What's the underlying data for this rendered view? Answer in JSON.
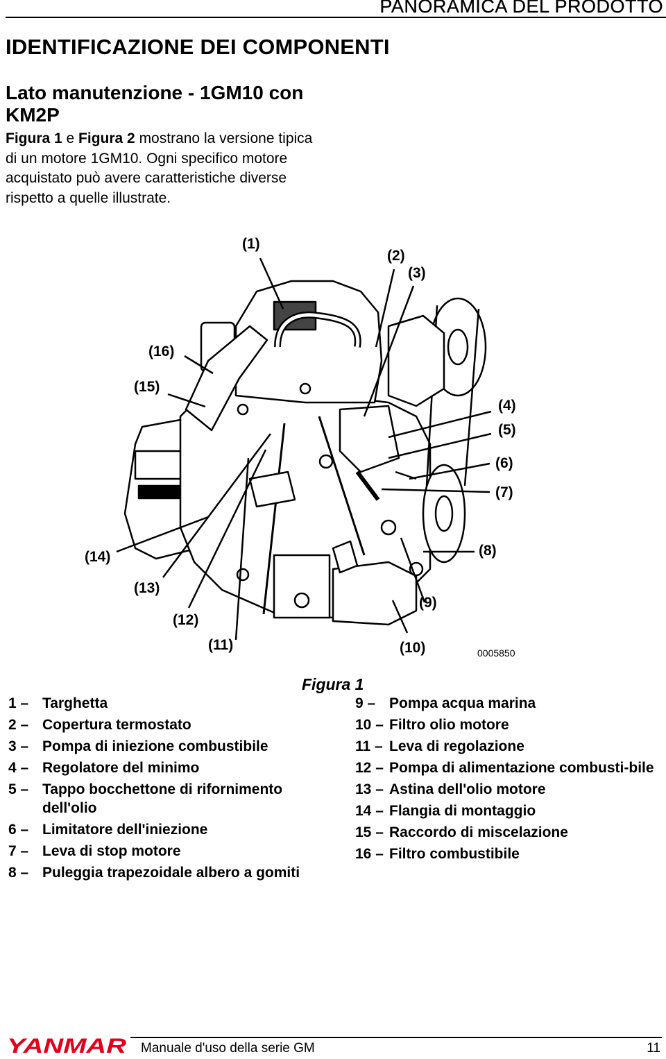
{
  "header": {
    "section": "PANORAMICA DEL PRODOTTO"
  },
  "main_title": "IDENTIFICAZIONE DEI COMPONENTI",
  "subtitle": "Lato manutenzione - 1GM10 con KM2P",
  "intro": {
    "fig1": "Figura 1",
    "e": " e ",
    "fig2": "Figura 2",
    "rest": " mostrano la versione tipica di un motore 1GM10. Ogni specifico motore acquistato può avere caratteristiche diverse rispetto a quelle illustrate."
  },
  "figure": {
    "code": "0005850",
    "caption": "Figura 1",
    "callouts": [
      "(1)",
      "(2)",
      "(3)",
      "(4)",
      "(5)",
      "(6)",
      "(7)",
      "(8)",
      "(9)",
      "(10)",
      "(11)",
      "(12)",
      "(13)",
      "(14)",
      "(15)",
      "(16)"
    ]
  },
  "legend_left": [
    {
      "num": "1 –",
      "text": "Targhetta"
    },
    {
      "num": "2 –",
      "text": "Copertura termostato"
    },
    {
      "num": "3 –",
      "text": "Pompa di iniezione combustibile"
    },
    {
      "num": "4 –",
      "text": "Regolatore del minimo"
    },
    {
      "num": "5 –",
      "text": "Tappo bocchettone di rifornimento dell'olio"
    },
    {
      "num": "6 –",
      "text": "Limitatore dell'iniezione"
    },
    {
      "num": "7 –",
      "text": "Leva di stop motore"
    },
    {
      "num": "8 –",
      "text": "Puleggia trapezoidale albero a gomiti"
    }
  ],
  "legend_right": [
    {
      "num": "9 –",
      "text": "Pompa acqua marina"
    },
    {
      "num": "10 –",
      "text": "Filtro olio motore"
    },
    {
      "num": "11 –",
      "text": "Leva di regolazione"
    },
    {
      "num": "12 –",
      "text": "Pompa di alimentazione combusti-bile"
    },
    {
      "num": "13 –",
      "text": "Astina dell'olio motore"
    },
    {
      "num": "14 –",
      "text": "Flangia di montaggio"
    },
    {
      "num": "15 –",
      "text": "Raccordo di miscelazione"
    },
    {
      "num": "16 –",
      "text": "Filtro combustibile"
    }
  ],
  "footer": {
    "logo": "YANMAR",
    "manual": "Manuale d'uso della serie GM",
    "page": "11",
    "logo_color": "#e2001a"
  }
}
